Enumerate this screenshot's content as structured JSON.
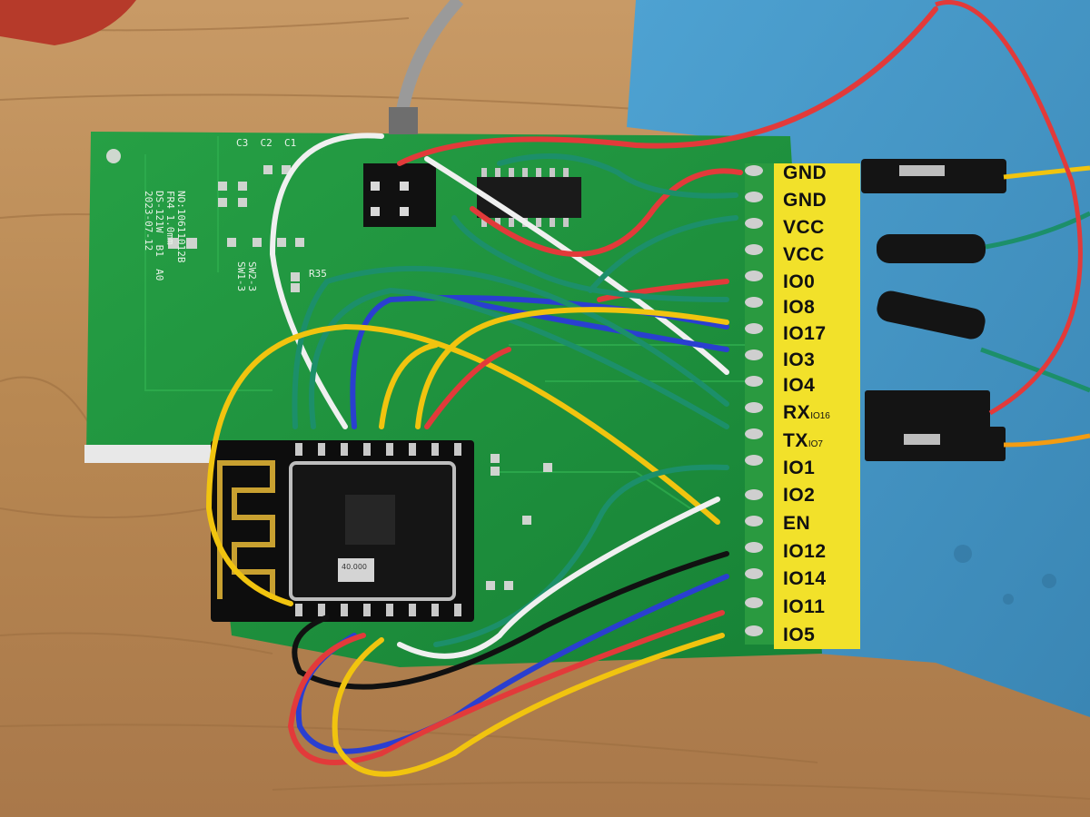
{
  "scene": {
    "description_colors": {
      "wood": "#b88a58",
      "mat": "#3f8fbf",
      "pcb": "#1f8f3a",
      "label": "#f2e12a",
      "wire_red": "#e23a3a",
      "wire_green": "#1c8f6a",
      "wire_yellow": "#f1c40f",
      "wire_blue": "#2a3fd0",
      "wire_white": "#f0f0f0",
      "wire_black": "#111111"
    }
  },
  "label": {
    "pins": [
      {
        "name": "GND",
        "sub": ""
      },
      {
        "name": "GND",
        "sub": ""
      },
      {
        "name": "VCC",
        "sub": ""
      },
      {
        "name": "VCC",
        "sub": ""
      },
      {
        "name": "IO0",
        "sub": ""
      },
      {
        "name": "IO8",
        "sub": ""
      },
      {
        "name": "IO17",
        "sub": ""
      },
      {
        "name": "IO3",
        "sub": ""
      },
      {
        "name": "IO4",
        "sub": ""
      },
      {
        "name": "RX",
        "sub": "IO16"
      },
      {
        "name": "TX",
        "sub": "IO7"
      },
      {
        "name": "IO1",
        "sub": ""
      },
      {
        "name": "IO2",
        "sub": ""
      },
      {
        "name": "EN",
        "sub": ""
      },
      {
        "name": "IO12",
        "sub": ""
      },
      {
        "name": "IO14",
        "sub": ""
      },
      {
        "name": "IO11",
        "sub": ""
      },
      {
        "name": "IO5",
        "sub": ""
      }
    ]
  },
  "pcb": {
    "silk_info": "NO:10611012B\nFR4 1.0mm\nDS-121W  B1  A0\n2023-07-12",
    "ref_c": "C3  C2  C1",
    "ref_r": "R35",
    "ref_sw": "SW2-3\nSW1-3"
  },
  "module": {
    "crystal_text": "40.000"
  }
}
